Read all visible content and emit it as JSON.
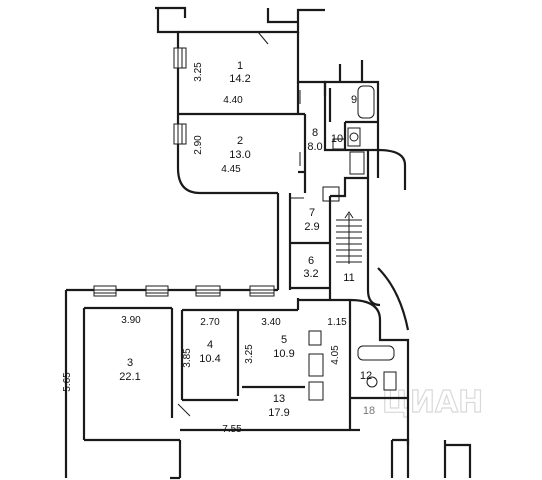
{
  "rooms": [
    {
      "id": "r1",
      "number": "1",
      "area": "14.2",
      "width_label": "4.40",
      "depth_label": "3.25"
    },
    {
      "id": "r2",
      "number": "2",
      "area": "13.0",
      "width_label": "4.45",
      "depth_label": "2.90"
    },
    {
      "id": "r3",
      "number": "3",
      "area": "22.1",
      "width_label": "3.90",
      "depth_label": "5.65"
    },
    {
      "id": "r4",
      "number": "4",
      "area": "10.4",
      "width_label": "2.70",
      "depth_label": "3.85"
    },
    {
      "id": "r5",
      "number": "5",
      "area": "10.9",
      "width_label": "3.40",
      "depth_label": "3.25"
    },
    {
      "id": "r6",
      "number": "6",
      "area": "3.2"
    },
    {
      "id": "r7",
      "number": "7",
      "area": "2.9"
    },
    {
      "id": "r8",
      "number": "8",
      "area": "8.0"
    },
    {
      "id": "r9",
      "number": "9"
    },
    {
      "id": "r10",
      "number": "10"
    },
    {
      "id": "r11",
      "number": "11"
    },
    {
      "id": "r12",
      "number": "12"
    },
    {
      "id": "r13",
      "number": "13",
      "area": "17.9",
      "width_label": "7.55"
    },
    {
      "id": "r18",
      "number": "18"
    }
  ],
  "extra_dims": {
    "d115": "1.15",
    "d405": "4.05"
  },
  "watermark": "ЦИАН",
  "colors": {
    "wall": "#1a1a1a",
    "background": "#ffffff",
    "watermark": "#d9d9d9"
  }
}
